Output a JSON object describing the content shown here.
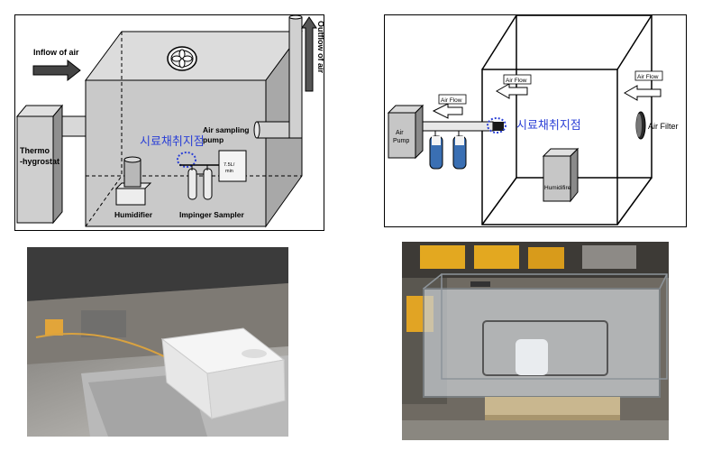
{
  "diagram_left": {
    "inflow_label": "Inflow of air",
    "outflow_label": "Outflow of air",
    "thermo_label_1": "Thermo",
    "thermo_label_2": "-hygrostat",
    "air_sampling_1": "Air sampling",
    "air_sampling_2": "pump",
    "humidifier_label": "Humidifier",
    "impinger_label": "Impinger Sampler",
    "pump_display": "7.5L/",
    "pump_display_2": "min",
    "sampling_point_label": "시료채취지점"
  },
  "diagram_right": {
    "air_flow_1": "Air Flow",
    "air_flow_2": "Air Flow",
    "air_flow_3": "Air Flow",
    "air_pump_1": "Air",
    "air_pump_2": "Pump",
    "humidifier_label": "Humidifire",
    "air_filter_label": "Air Filter",
    "sampling_point_label": "시료채취지점"
  },
  "colors": {
    "box_fill": "#c9c9c9",
    "box_dark": "#9a9a9a",
    "accent_blue": "#2a3fd6",
    "impinger_blue": "#3a6fb3"
  }
}
